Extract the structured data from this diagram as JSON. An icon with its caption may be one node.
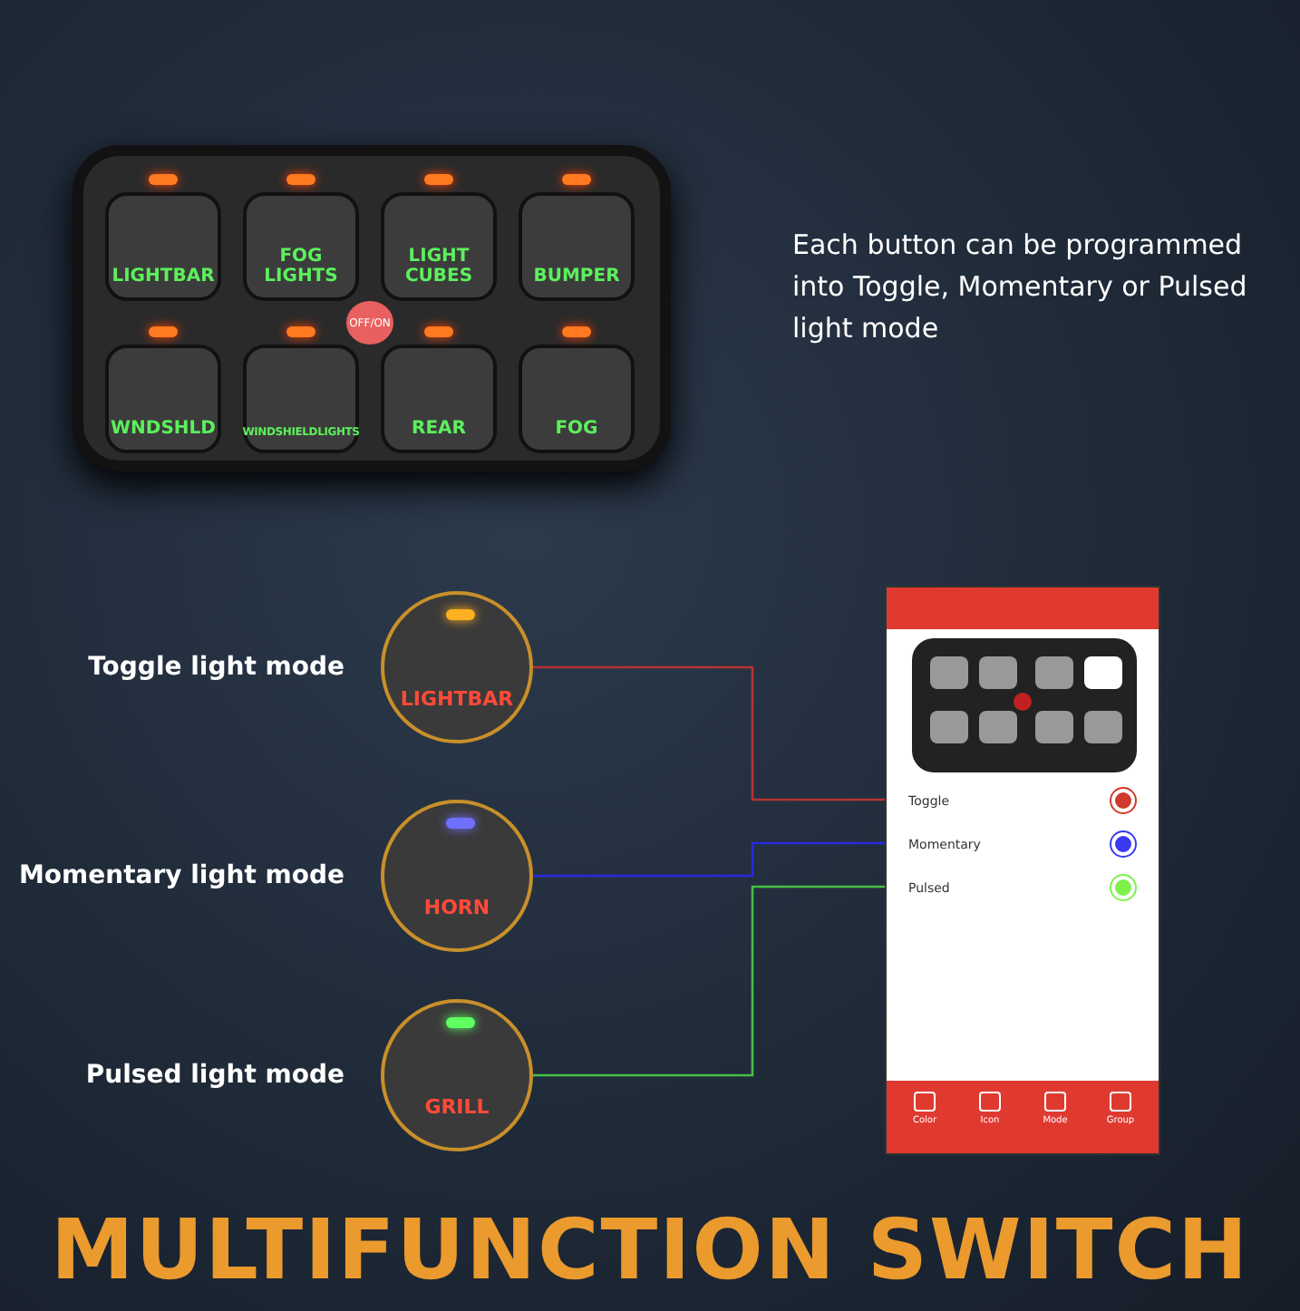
{
  "diagram": {
    "title": "MULTIFUNCTION SWITCH",
    "nodes": [
      {
        "text": [],
        "shape": "box"
      },
      {
        "text": [
          "LIGHTBAR"
        ],
        "in": 0
      },
      {
        "text": [
          "FOG LIGHTS"
        ],
        "in": 0
      },
      {
        "text": [
          "LIGHT CUBES"
        ],
        "in": 0
      },
      {
        "text": [
          "BUMPER"
        ],
        "in": 0
      },
      {
        "text": [
          "OFF/ON"
        ],
        "in": 0
      },
      {
        "text": [
          "WNDSHLD"
        ],
        "in": 0
      },
      {
        "text": [
          "WINDSHIELDLIGHTS"
        ],
        "in": 0
      },
      {
        "text": [
          "REAR"
        ],
        "in": 0
      },
      {
        "text": [
          "FOG"
        ],
        "in": 0
      },
      {
        "text": [
          "LIGHTBAR"
        ],
        "beside": [
          "Toggle light mode"
        ]
      },
      {
        "text": [
          "HORN"
        ],
        "beside": [
          "Momentary light mode"
        ]
      },
      {
        "text": [
          "GRILL"
        ],
        "beside": [
          "Pulsed light mode"
        ]
      },
      {
        "text": [],
        "shape": "box"
      },
      {
        "text": [
          "Toggle"
        ],
        "in": 13
      },
      {
        "text": [
          "Momentary"
        ],
        "in": 13
      },
      {
        "text": [
          "Pulsed"
        ],
        "in": 13
      }
    ],
    "edges": [
      {
        "from": 10,
        "to": 14,
        "arrow": "none",
        "color": "#b83232"
      },
      {
        "from": 11,
        "to": 15,
        "arrow": "none",
        "color": "#2a2ae0"
      },
      {
        "from": 12,
        "to": 16,
        "arrow": "none",
        "color": "#44c044"
      }
    ],
    "labels": [
      "Each button can be programmed into Toggle, Momentary or Pulsed light mode",
      "Color",
      "Icon",
      "Mode",
      "Group"
    ]
  }
}
